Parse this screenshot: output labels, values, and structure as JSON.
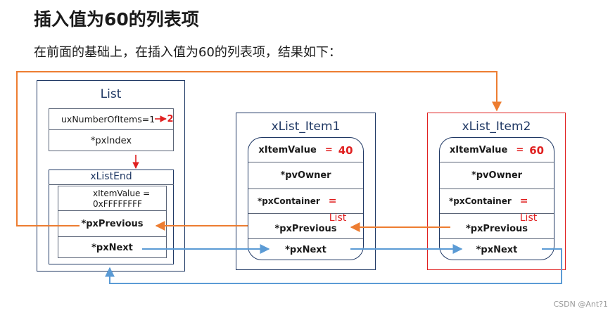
{
  "title": "插入值为60的列表项",
  "subtitle": "在前面的基础上，在插入值为60的列表项，结果如下：",
  "list": {
    "title": "List",
    "items_label": "uxNumberOfItems=1",
    "items_new_value": "2",
    "index_label": "*pxIndex",
    "end": {
      "title": "xListEnd",
      "value_line1": "xItemValue =",
      "value_line2": "0xFFFFFFFF",
      "previous": "*pxPrevious",
      "next": "*pxNext"
    }
  },
  "item1": {
    "title": "xList_Item1",
    "value_label": "xItemValue",
    "value_eq": "=",
    "value": "40",
    "owner": "*pvOwner",
    "container": "*pxContainer",
    "container_eq": "=",
    "container_value": "List",
    "previous": "*pxPrevious",
    "next": "*pxNext"
  },
  "item2": {
    "title": "xList_Item2",
    "value_label": "xItemValue",
    "value_eq": "=",
    "value": "60",
    "owner": "*pvOwner",
    "container": "*pxContainer",
    "container_eq": "=",
    "container_value": "List",
    "previous": "*pxPrevious",
    "next": "*pxNext"
  },
  "watermark": "CSDN @Ant?1",
  "colors": {
    "navy": "#1f3864",
    "orange": "#ed7d31",
    "blue": "#5b9bd5",
    "red": "#e02020",
    "highlight_border": "#e02020"
  }
}
